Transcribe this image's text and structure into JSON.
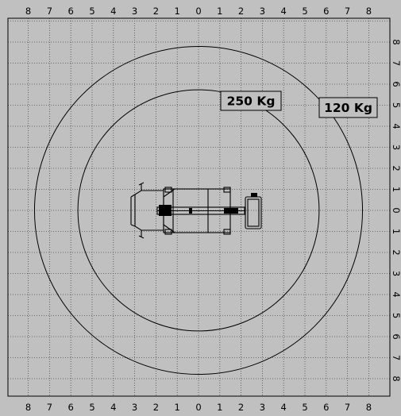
{
  "axis": {
    "top_labels": [
      "8",
      "7",
      "6",
      "5",
      "4",
      "3",
      "2",
      "1",
      "0",
      "1",
      "2",
      "3",
      "4",
      "5",
      "6",
      "7",
      "8"
    ],
    "bottom_labels": [
      "8",
      "7",
      "6",
      "5",
      "4",
      "3",
      "2",
      "1",
      "0",
      "1",
      "2",
      "3",
      "4",
      "5",
      "6",
      "7",
      "8"
    ],
    "right_labels": [
      "8",
      "7",
      "6",
      "5",
      "4",
      "3",
      "2",
      "1",
      "0",
      "1",
      "2",
      "3",
      "4",
      "5",
      "6",
      "7",
      "8"
    ]
  },
  "load_zones": [
    {
      "label": "250 Kg",
      "radius": 5.7
    },
    {
      "label": "120 Kg",
      "radius": 7.75
    }
  ],
  "colors": {
    "background": "#c0c0c0",
    "lines": "#000000",
    "grid": "#4d4d4d"
  }
}
